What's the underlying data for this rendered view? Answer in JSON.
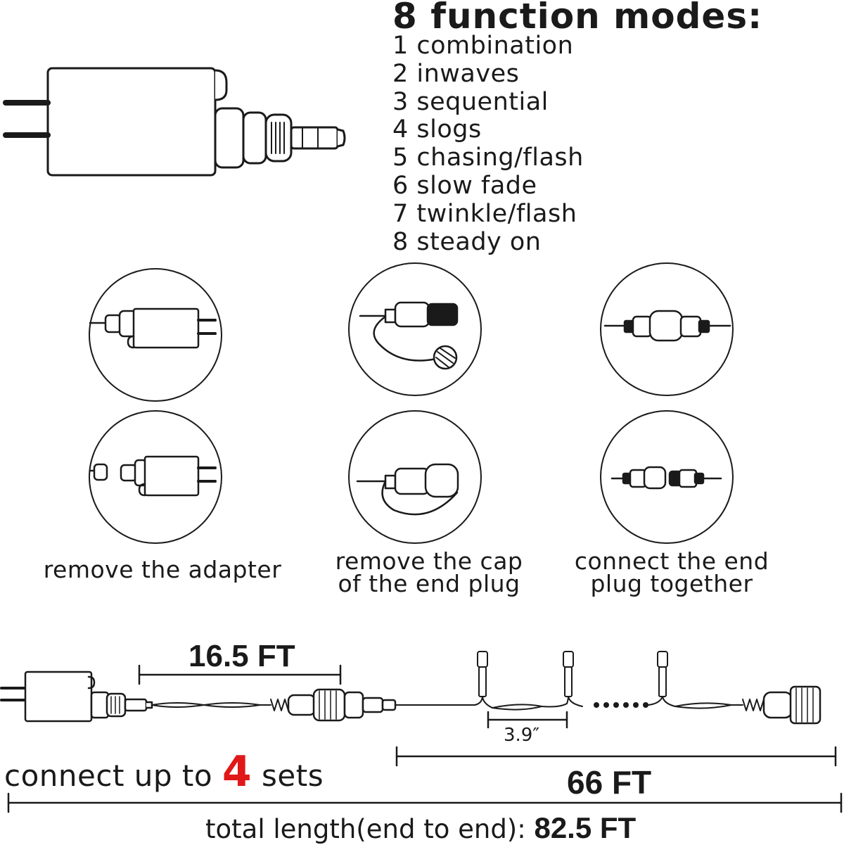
{
  "modes": {
    "title": "8 function modes:",
    "items": [
      "1 combination",
      "2 inwaves",
      "3 sequential",
      "4 slogs",
      "5 chasing/flash",
      "6 slow fade",
      "7 twinkle/flash",
      "8 steady on"
    ]
  },
  "steps": [
    {
      "caption_line1": "remove the adapter",
      "caption_line2": ""
    },
    {
      "caption_line1": "remove the cap",
      "caption_line2": "of the end plug"
    },
    {
      "caption_line1": "connect the end",
      "caption_line2": "plug together"
    }
  ],
  "dimensions": {
    "lead_length": "16.5 FT",
    "bulb_spacing": "3.9″",
    "string_length": "66 FT",
    "connect_prefix": "connect up to ",
    "connect_count": "4",
    "connect_suffix": " sets",
    "total_label": "total length(end to end): ",
    "total_value": "82.5 FT"
  }
}
